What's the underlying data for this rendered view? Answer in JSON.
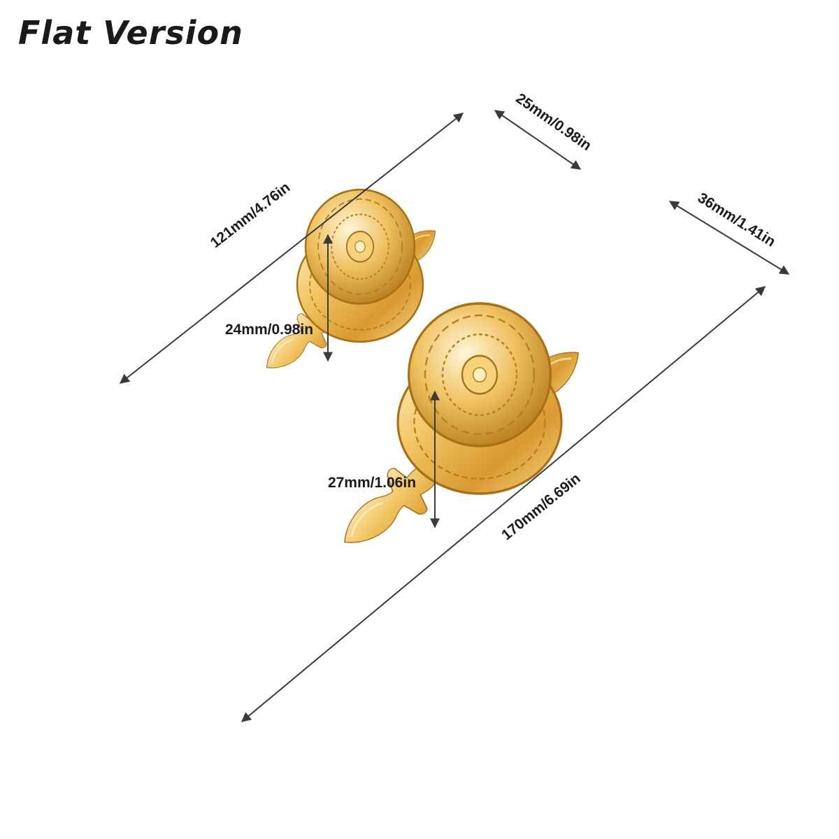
{
  "title": "Flat Version",
  "colors": {
    "gold_light": "#fbe6ae",
    "gold_mid": "#e9b754",
    "gold_dark": "#a86f14",
    "dimension_line": "#3a3a3a"
  },
  "small_handle": {
    "length": "121mm/4.76in",
    "width": "25mm/0.98in",
    "height": "24mm/0.98in"
  },
  "large_handle": {
    "length": "170mm/6.69in",
    "width": "36mm/1.41in",
    "height": "27mm/1.06in"
  }
}
